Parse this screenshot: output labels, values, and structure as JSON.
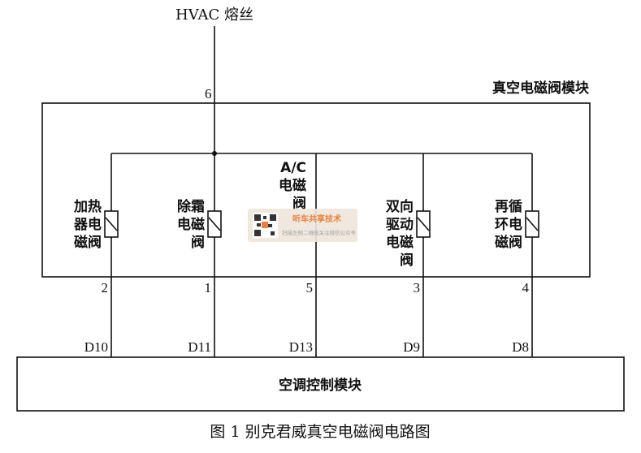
{
  "fuse_label": "HVAC 熔丝",
  "module_title": "真空电磁阀模块",
  "feed_pin": "6",
  "valves": [
    {
      "lines": [
        "加热",
        "器电",
        "磁阀"
      ],
      "pin": "2",
      "terminal": "D10"
    },
    {
      "lines": [
        "除霜",
        "电磁",
        "阀"
      ],
      "pin": "1",
      "terminal": "D11"
    },
    {
      "lines": [
        "A/C",
        "电磁",
        "阀"
      ],
      "pin": "5",
      "terminal": "D13"
    },
    {
      "lines": [
        "双向",
        "驱动",
        "电磁",
        "阀"
      ],
      "pin": "3",
      "terminal": "D9"
    },
    {
      "lines": [
        "再循",
        "环电",
        "磁阀"
      ],
      "pin": "4",
      "terminal": "D8"
    }
  ],
  "control_module": "空调控制模块",
  "caption": "图 1  别克君威真空电磁阀电路图",
  "watermark": {
    "title": "听车共享技术",
    "subtitle": "扫描左侧二维码关注微信公众号"
  }
}
